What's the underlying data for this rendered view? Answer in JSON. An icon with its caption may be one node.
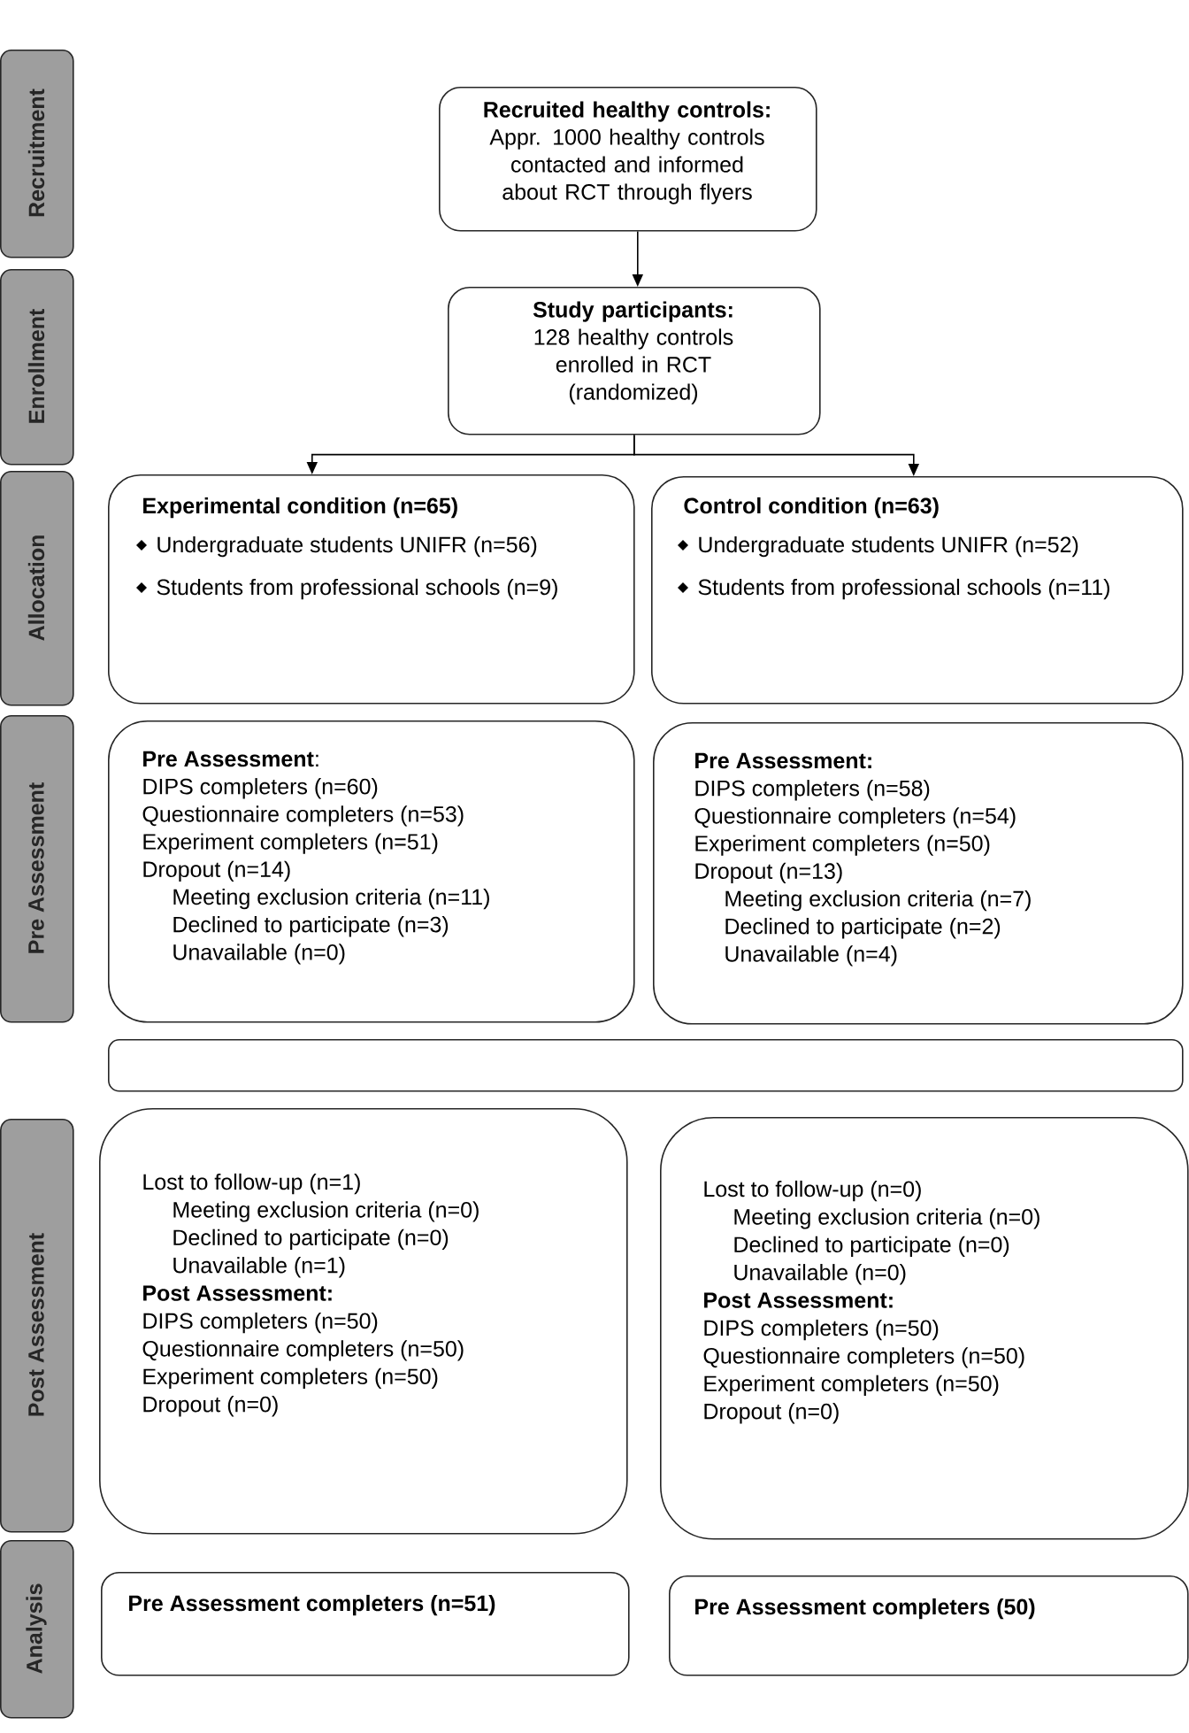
{
  "diagram": {
    "nodes": [
      {
        "text": [
          "Recruitment"
        ]
      },
      {
        "text": [
          "Enrollment"
        ]
      },
      {
        "text": [
          "Allocation"
        ]
      },
      {
        "text": [
          "Pre Assessment"
        ]
      },
      {
        "text": [
          "Post Assessment"
        ]
      },
      {
        "text": [
          "Analysis"
        ]
      },
      {
        "text": [
          "Recruited healthy controls:",
          "Appr. 1000 healthy controls contacted and informed about RCT through flyers"
        ]
      },
      {
        "text": [
          "Study participants:",
          "128 healthy controls enrolled in RCT (randomized)"
        ]
      },
      {
        "text": [
          "Experimental condition (n=65)",
          "Undergraduate students UNIFR (n=56)",
          "Students from professional schools (n=9)"
        ]
      },
      {
        "text": [
          "Control condition (n=63)",
          "Undergraduate students UNIFR (n=52)",
          "Students from professional schools (n=11)"
        ]
      },
      {
        "text": [
          "**Pre Assessment**:",
          "DIPS completers (n=60)",
          "Questionnaire completers (n=53)",
          "Experiment completers (n=51)",
          "Dropout (n=14)",
          "Meeting exclusion criteria (n=11)",
          "Declined to participate (n=3)",
          "Unavailable (n=0)"
        ]
      },
      {
        "text": [
          "Pre Assessment:",
          "DIPS completers (n=58)",
          "Questionnaire completers (n=54)",
          "Experiment completers (n=50)",
          "Dropout (n=13)",
          "Meeting exclusion criteria (n=7)",
          "Declined to participate (n=2)",
          "Unavailable (n=4)"
        ]
      },
      {
        "text": [],
        "shape": "box"
      },
      {
        "text": [
          "Lost to follow-up (n=1)",
          "Meeting exclusion criteria (n=0)",
          "Declined to participate (n=0)",
          "Unavailable (n=1)",
          "Post Assessment:",
          "DIPS completers (n=50)",
          "Questionnaire completers (n=50)",
          "Experiment completers (n=50)",
          "Dropout (n=0)"
        ]
      },
      {
        "text": [
          "Lost to follow-up (n=0)",
          "Meeting exclusion criteria (n=0)",
          "Declined to participate (n=0)",
          "Unavailable (n=0)",
          "Post Assessment:",
          "DIPS completers (n=50)",
          "Questionnaire completers (n=50)",
          "Experiment completers (n=50)",
          "Dropout (n=0)"
        ]
      },
      {
        "text": [
          "Pre Assessment completers (n=51)"
        ]
      },
      {
        "text": [
          "Pre Assessment completers (50)"
        ]
      }
    ],
    "edges": [
      {
        "from": 6,
        "to": 7,
        "arrow": "to"
      },
      {
        "from": 7,
        "to": 8,
        "arrow": "to"
      },
      {
        "from": 7,
        "to": 9,
        "arrow": "to"
      }
    ]
  }
}
